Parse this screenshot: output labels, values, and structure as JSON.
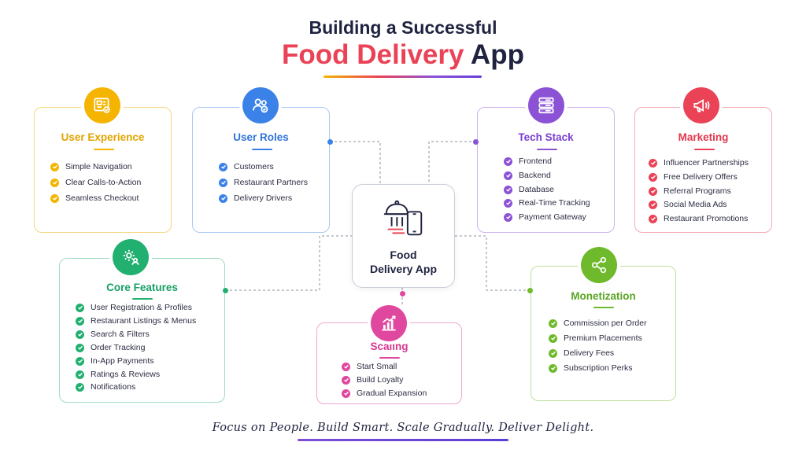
{
  "header": {
    "title_line1": "Building a Successful",
    "title_accent": "Food Delivery",
    "title_plain": "App"
  },
  "center": {
    "label_line1": "Food",
    "label_line2": "Delivery App",
    "icon": "food-delivery-icon"
  },
  "cards": {
    "user_experience": {
      "title": "User Experience",
      "icon": "layout-icon",
      "color": "#f4b400",
      "items": [
        "Simple Navigation",
        "Clear Calls-to-Action",
        "Seamless Checkout"
      ]
    },
    "user_roles": {
      "title": "User Roles",
      "icon": "users-icon",
      "color": "#3b82e8",
      "items": [
        "Customers",
        "Restaurant Partners",
        "Delivery Drivers"
      ]
    },
    "tech_stack": {
      "title": "Tech Stack",
      "icon": "server-icon",
      "color": "#8c52d6",
      "items": [
        "Frontend",
        "Backend",
        "Database",
        "Real-Time Tracking",
        "Payment Gateway"
      ]
    },
    "marketing": {
      "title": "Marketing",
      "icon": "megaphone-icon",
      "color": "#ea4256",
      "items": [
        "Influencer Partnerships",
        "Free Delivery Offers",
        "Referral Programs",
        "Social Media Ads",
        "Restaurant Promotions"
      ]
    },
    "core_features": {
      "title": "Core Features",
      "icon": "gear-user-icon",
      "color": "#22b070",
      "items": [
        "User Registration & Profiles",
        "Restaurant Listings & Menus",
        "Search & Filters",
        "Order Tracking",
        "In-App Payments",
        "Ratings & Reviews",
        "Notifications"
      ]
    },
    "scaling": {
      "title": "Scaling",
      "icon": "growth-chart-icon",
      "color": "#e0479e",
      "items": [
        "Start Small",
        "Build Loyalty",
        "Gradual Expansion"
      ]
    },
    "monetization": {
      "title": "Monetization",
      "icon": "share-icon",
      "color": "#6fba2c",
      "items": [
        "Commission per Order",
        "Premium Placements",
        "Delivery Fees",
        "Subscription Perks"
      ]
    }
  },
  "footer": {
    "tagline": "Focus on People. Build Smart. Scale Gradually. Deliver Delight."
  }
}
